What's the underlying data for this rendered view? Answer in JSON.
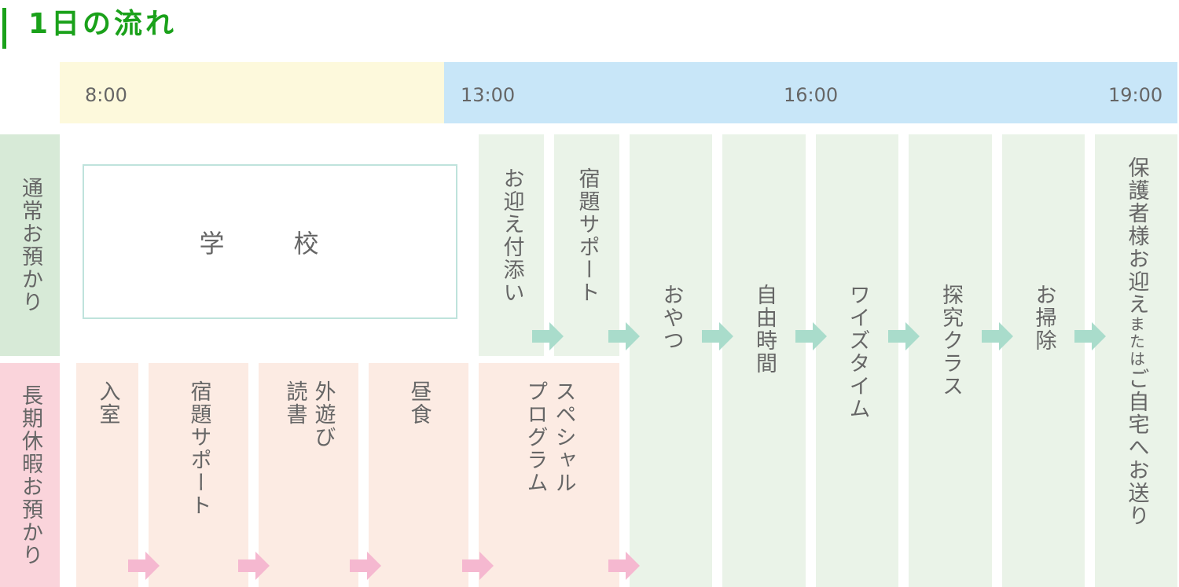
{
  "title": "1日の流れ",
  "timeline": {
    "t0800": "8:00",
    "t1300": "13:00",
    "t1600": "16:00",
    "t1900": "19:00",
    "colors": {
      "morning": "#fdf9dc",
      "afternoon": "#c8e6f8"
    }
  },
  "rows": {
    "regular_label": "通常お預かり",
    "holiday_label": "長期休暇お預かり"
  },
  "school": "学　校",
  "regular": {
    "pickup": "お迎え付添い",
    "homework": "宿題サポート"
  },
  "shared": {
    "snack": "おやつ",
    "free_time": "自由時間",
    "wise_time": "ワイズタイム",
    "explore": "探究クラス",
    "cleaning": "お掃除",
    "end_part1": "保護者様お迎え",
    "end_small": "または",
    "end_part2": "ご自宅へお送り"
  },
  "holiday": {
    "enter": "入室",
    "homework": "宿題サポート",
    "play_col1": "外遊び",
    "play_col2": "読書",
    "lunch": "昼食",
    "special_col1": "スペシャル",
    "special_col2": "プログラム"
  },
  "colors": {
    "title": "#1aa11a",
    "green_cell": "#eaf3e8",
    "pink_cell": "#fcebe3",
    "green_arrow": "#a9dccb",
    "pink_arrow": "#f5b8d0",
    "regular_label_bg": "#d7ead7",
    "holiday_label_bg": "#fad4db",
    "school_border": "#bfe3dc"
  }
}
